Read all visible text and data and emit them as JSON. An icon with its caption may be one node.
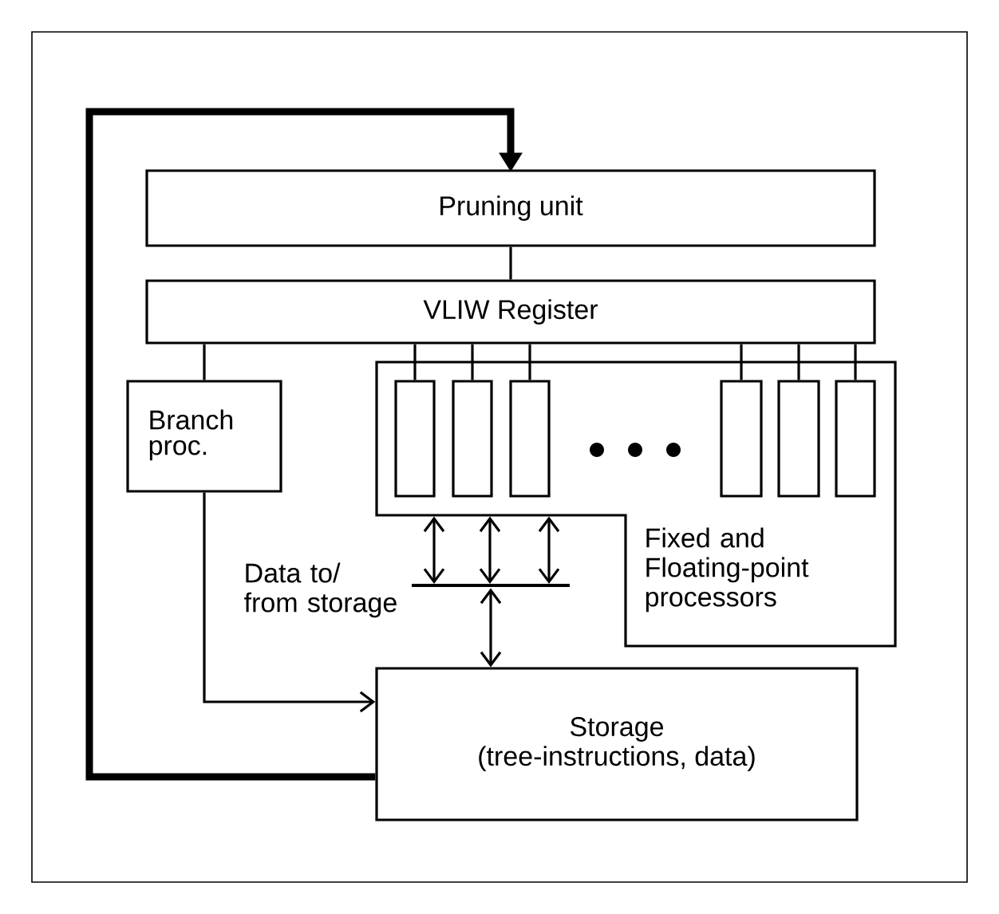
{
  "diagram": {
    "nodes": [
      {
        "text": [
          "Pruning unit"
        ]
      },
      {
        "text": [
          "VLIW Register"
        ]
      },
      {
        "text": [
          "Branch proc."
        ]
      },
      {
        "text": [
          "Fixed and Floating-point processors"
        ]
      },
      {
        "text": [],
        "shape": "box",
        "in": 3
      },
      {
        "text": [],
        "shape": "box",
        "in": 3
      },
      {
        "text": [],
        "shape": "box",
        "in": 3
      },
      {
        "text": [],
        "shape": "box",
        "in": 3
      },
      {
        "text": [],
        "shape": "box",
        "in": 3
      },
      {
        "text": [],
        "shape": "box",
        "in": 3
      },
      {
        "text": [],
        "shape": "bar",
        "beside": [
          "Data to/ from storage"
        ]
      },
      {
        "text": [
          "Storage",
          "(tree-instructions, data)"
        ]
      }
    ],
    "edges": [
      {
        "from": 0,
        "to": 1,
        "arrow": "none"
      },
      {
        "from": 1,
        "to": 2,
        "arrow": "none"
      },
      {
        "from": 1,
        "to": 4,
        "arrow": "none"
      },
      {
        "from": 1,
        "to": 5,
        "arrow": "none"
      },
      {
        "from": 1,
        "to": 6,
        "arrow": "none"
      },
      {
        "from": 1,
        "to": 7,
        "arrow": "none"
      },
      {
        "from": 1,
        "to": 8,
        "arrow": "none"
      },
      {
        "from": 1,
        "to": 9,
        "arrow": "none"
      },
      {
        "from": 10,
        "to": 3,
        "arrow": "both"
      },
      {
        "from": 10,
        "to": 3,
        "arrow": "both"
      },
      {
        "from": 10,
        "to": 3,
        "arrow": "both"
      },
      {
        "from": 10,
        "to": 11,
        "arrow": "both"
      },
      {
        "from": 2,
        "to": 11,
        "arrow": "to"
      },
      {
        "from": 11,
        "to": 0,
        "arrow": "to",
        "style": "thick"
      }
    ]
  }
}
